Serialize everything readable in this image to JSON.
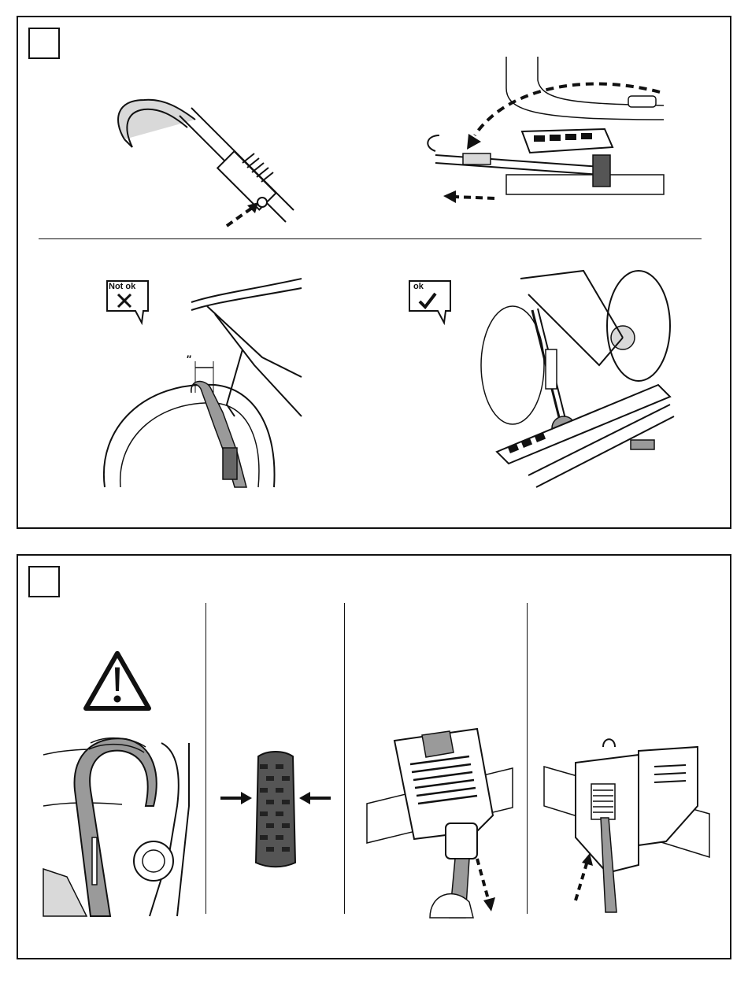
{
  "panels": [
    {
      "rows": [
        {
          "figures": [
            "hook-release-closeup",
            "arm-fold-to-vehicle"
          ]
        },
        {
          "figures": [
            {
              "badge": "Not ok",
              "symbol": "cross",
              "gap_label": "\""
            },
            {
              "badge": "ok",
              "symbol": "check"
            }
          ]
        }
      ]
    },
    {
      "columns": [
        {
          "figures": [
            "warning-triangle",
            "hook-on-frame"
          ]
        },
        {
          "figures": [
            "tire-compress"
          ]
        },
        {
          "figures": [
            "strap-release"
          ]
        },
        {
          "figures": [
            "strap-tighten"
          ]
        }
      ]
    }
  ],
  "colors": {
    "ink": "#111111",
    "shade": "#9a9a9a",
    "light": "#d9d9d9",
    "background": "#ffffff"
  }
}
